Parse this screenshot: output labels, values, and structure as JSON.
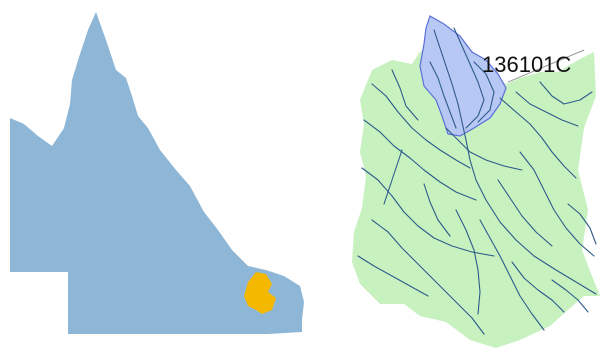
{
  "colors": {
    "background": "#ffffff",
    "state_fill": "#8eb6d6",
    "highlight_region": "#f5b800",
    "catchment_fill": "#c7f2c0",
    "subcatchment_fill": "#b7c8f4",
    "subcatchment_outline": "#5a6fd8",
    "river_lines": "#2e5b8a",
    "label_text": "#111111"
  },
  "icons": {
    "state_map": "queensland-outline-shape",
    "highlight": "catchment-location-marker",
    "catchment_map": "river-catchment-shape"
  },
  "catchment_panel": {
    "gauge_label": "136101C"
  }
}
